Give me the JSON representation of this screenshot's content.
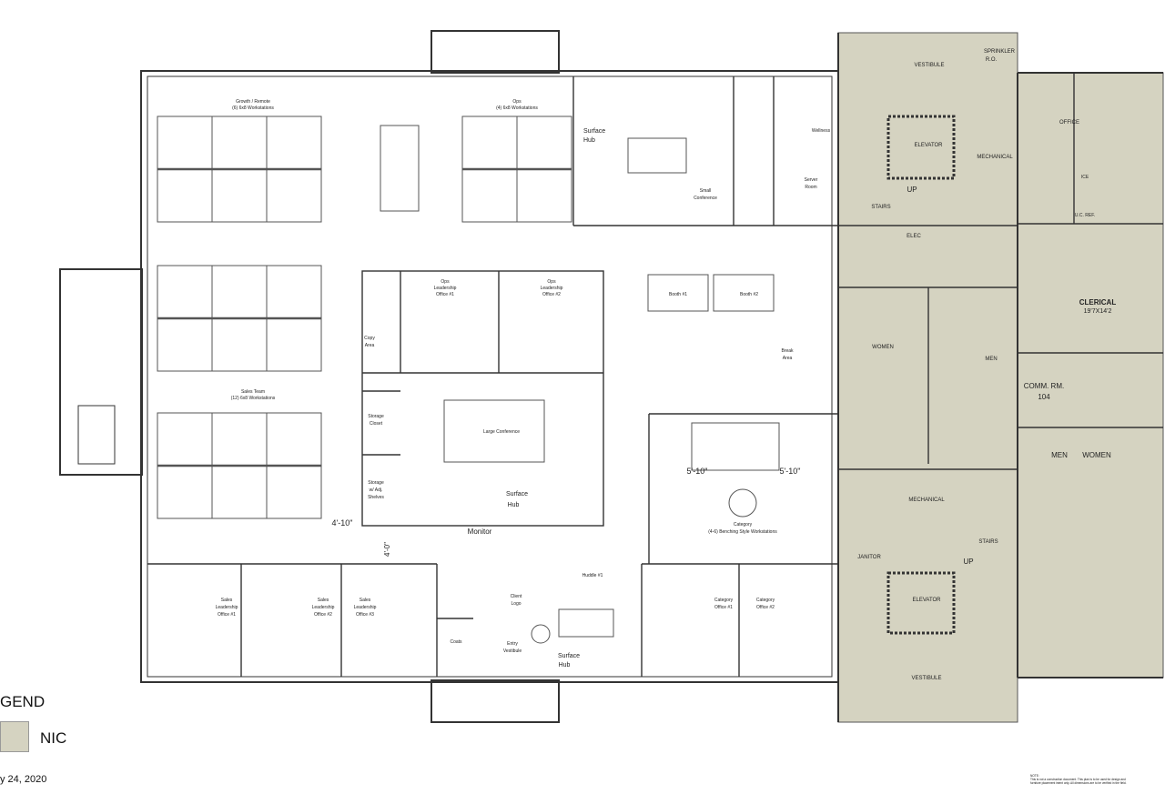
{
  "colors": {
    "nic": "#d5d3c1",
    "wall": "#333333",
    "furniture": "#555555"
  },
  "legend": {
    "title": "GEND",
    "swatch_label": "NIC"
  },
  "date": "y 24, 2020",
  "note": {
    "heading": "NOTE:",
    "line1": "This is not a construction document. This plan is to be used for design and",
    "line2": "furniture placement intent only. All dimensions are to be verified in the field."
  },
  "labels": {
    "growth": "Growth / Remote",
    "growth_sub": "(6) 6x8 Workstations",
    "ops": "Ops",
    "ops_sub": "(4) 6x8 Workstations",
    "surface": "Surface",
    "hub": "Hub",
    "small": "Small",
    "conference": "Conference",
    "wellness": "Wellness",
    "server": "Server",
    "room": "Room",
    "vestibule": "VESTIBULE",
    "sprinkler": "SPRINKLER",
    "ro": "R.O.",
    "office": "OFFICE",
    "elevator": "ELEVATOR",
    "mechanical": "MECHANICAL",
    "up": "UP",
    "stairs": "STAIRS",
    "elec": "ELEC",
    "ice": "ICE",
    "uc_ref": "U.C. REF.",
    "clerical": "CLERICAL",
    "clerical_dim": "19'7X14'2",
    "comm_rm": "COMM. RM.",
    "comm_no": "104",
    "men": "MEN",
    "women": "WOMEN",
    "women2": "WOMEN",
    "janitor": "JANITOR",
    "ops_l1a": "Ops",
    "ops_l1b": "Leadership",
    "ops_l1c": "Office #1",
    "ops_l2a": "Ops",
    "ops_l2b": "Leadership",
    "ops_l2c": "Office #2",
    "booth1": "Booth #1",
    "booth2": "Booth #2",
    "break1": "Break",
    "break2": "Area",
    "copy1": "Copy",
    "copy2": "Area",
    "sales_team": "Sales Team",
    "sales_team_sub": "(12) 6x8 Workstations",
    "storage_closet1": "Storage",
    "storage_closet2": "Closet",
    "storage_shelves1": "Storage",
    "storage_shelves2": "w/ Adj.",
    "storage_shelves3": "Shelves",
    "large_conf": "Large Conference",
    "dim_5_10_a": "5'-10\"",
    "dim_5_10_b": "5'-10\"",
    "dim_4_10": "4'-10\"",
    "dim_4_0": "4'-0\"",
    "monitor": "Monitor",
    "category": "Category",
    "category_sub": "(4-6) Benching Style Workstations",
    "huddle": "Huddle #1",
    "client1": "Client",
    "client2": "Logo",
    "entry1": "Entry",
    "entry2": "Vestibule",
    "coats": "Coats",
    "sales_l1a": "Sales",
    "sales_l1b": "Leadership",
    "sales_l1c": "Office #1",
    "sales_l2a": "Sales",
    "sales_l2b": "Leadership",
    "sales_l2c": "Office #2",
    "sales_l3a": "Sales",
    "sales_l3b": "Leadership",
    "sales_l3c": "Office #3",
    "cat_o1a": "Category",
    "cat_o1b": "Office #1",
    "cat_o2a": "Category",
    "cat_o2b": "Office #2",
    "mech2": "MECHANICAL",
    "stairs2": "STAIRS",
    "up2": "UP",
    "elevator2": "ELEVATOR",
    "vestibule2": "VESTIBULE"
  }
}
